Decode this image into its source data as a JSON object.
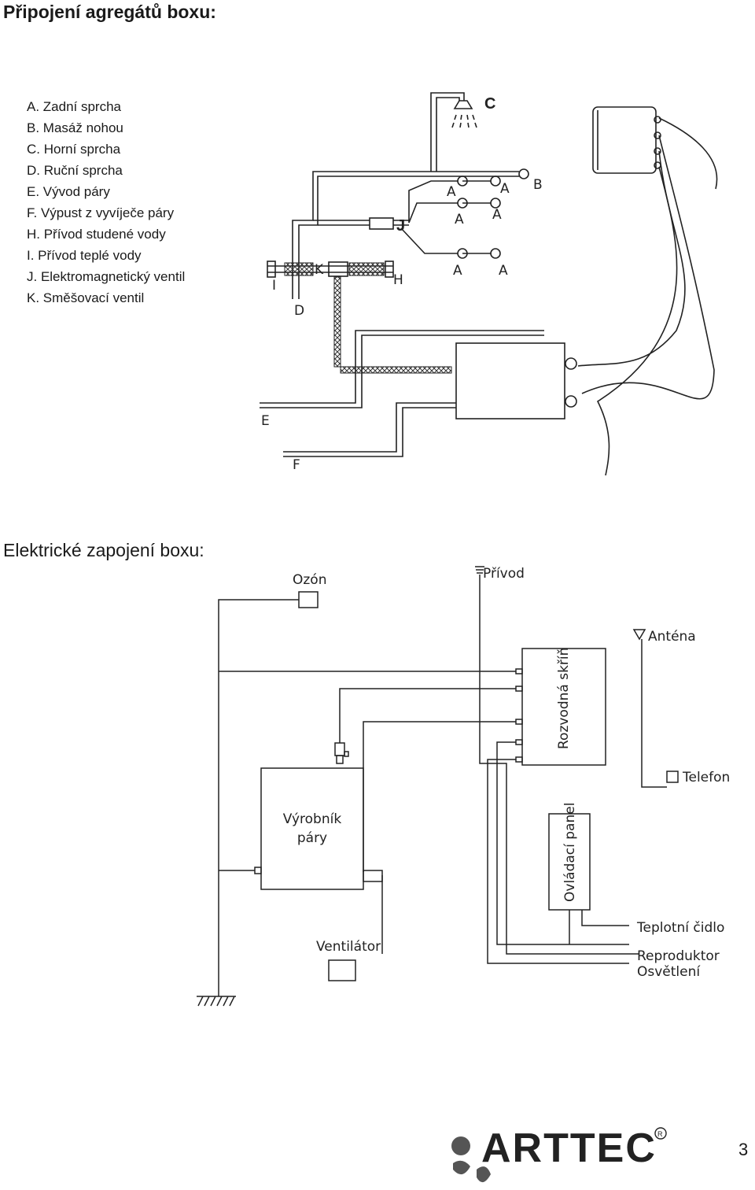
{
  "page_title": "Připojení agregátů boxu:",
  "legend": [
    "A. Zadní sprcha",
    "B. Masáž nohou",
    "C. Horní sprcha",
    "D. Ruční sprcha",
    "E. Vývod páry",
    "F. Výpust z vyvíječe páry",
    "H. Přívod studené vody",
    "I. Přívod teplé vody",
    "J. Elektromagnetický ventil",
    "K. Směšovací ventil"
  ],
  "plumbing_labels": {
    "A": "A",
    "B": "B",
    "C": "C",
    "D": "D",
    "E": "E",
    "F": "F",
    "H": "H",
    "I": "I",
    "J": "J",
    "K": "K"
  },
  "section2_title": "Elektrické zapojení boxu:",
  "electrical_labels": {
    "ozon": "Ozón",
    "privod": "Přívod",
    "antena": "Anténa",
    "rozvodna": "Rozvodná skříň",
    "telefon": "Telefon",
    "vyrobnik_1": "Výrobník",
    "vyrobnik_2": "páry",
    "ovladaci": "Ovládací panel",
    "teplotni": "Teplotní čidlo",
    "ventilator": "Ventilátor",
    "reproduktor": "Reproduktor",
    "osvetleni": "Osvětlení"
  },
  "brand": "ARTTEC",
  "page_number": "3"
}
